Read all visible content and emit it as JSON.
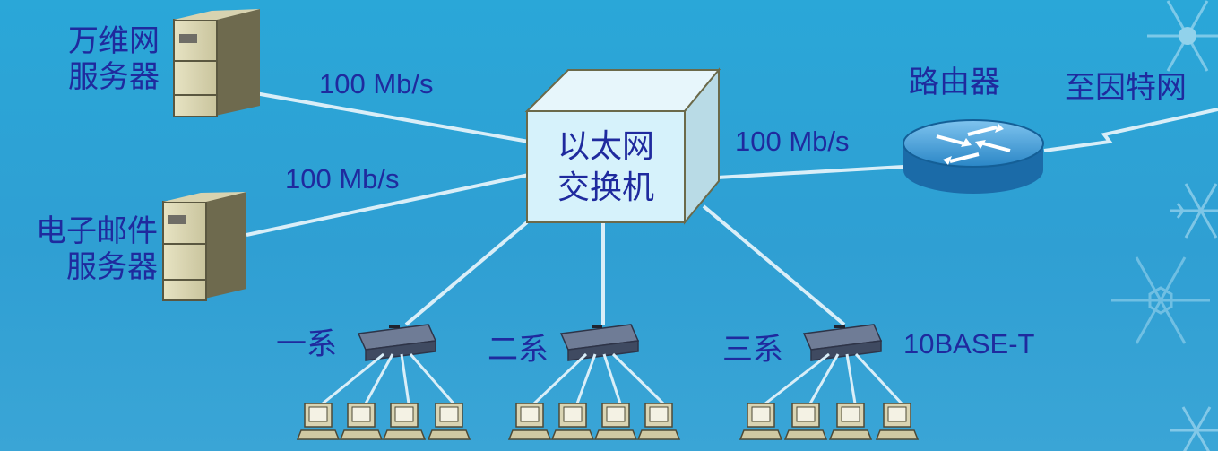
{
  "nodes": {
    "web_server": {
      "line1": "万维网",
      "line2": "服务器"
    },
    "mail_server": {
      "line1": "电子邮件",
      "line2": "服务器"
    },
    "switch": {
      "line1": "以太网",
      "line2": "交换机"
    },
    "router": {
      "label": "路由器"
    },
    "internet": {
      "label": "至因特网"
    },
    "dept1": {
      "label": "一系"
    },
    "dept2": {
      "label": "二系"
    },
    "dept3": {
      "label": "三系"
    }
  },
  "links": {
    "web_to_switch": "100 Mb/s",
    "mail_to_switch": "100 Mb/s",
    "switch_to_router": "100 Mb/s",
    "hub_type": "10BASE-T"
  },
  "colors": {
    "background": "#2ea3d6",
    "label": "#1f2a9e",
    "link": "#d9eef8",
    "cube_front": "#d6f2fb",
    "router": "#1f7fbf"
  }
}
